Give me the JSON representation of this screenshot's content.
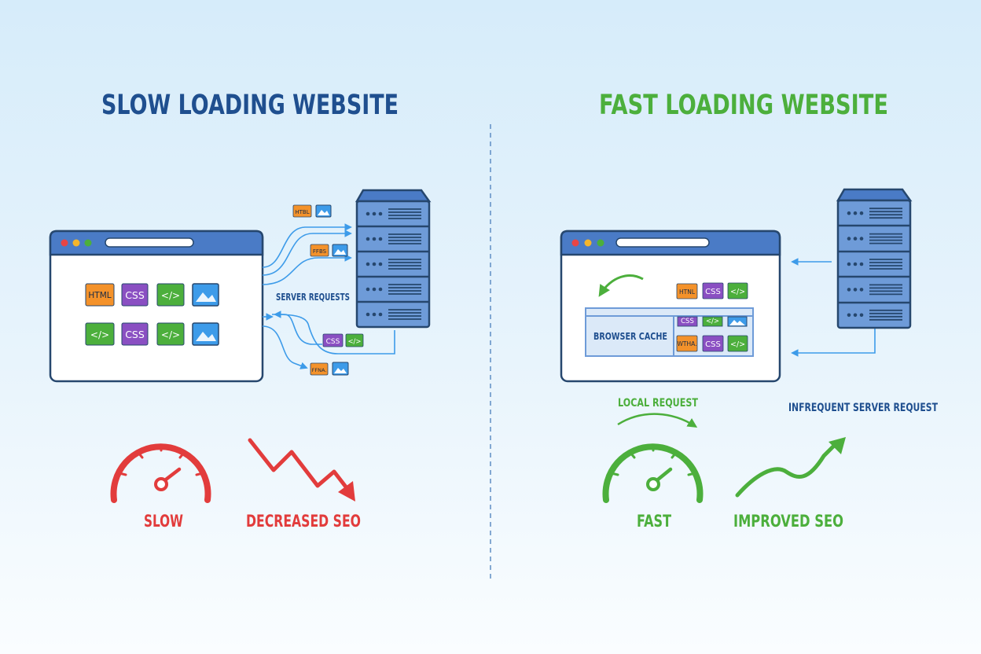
{
  "colors": {
    "blue_dark": "#1f4f8f",
    "blue_mid": "#4a7bc6",
    "green": "#4caf3c",
    "red": "#e23c3c",
    "orange": "#f4922a",
    "purple": "#8a4fc2",
    "light_blue": "#3d9be9",
    "outline": "#26476e"
  },
  "slow": {
    "title": "SLOW LOADING WEBSITE",
    "tiles": [
      "HTML",
      "CSS",
      "</>",
      "image",
      "</>",
      "CSS",
      "</>",
      "image"
    ],
    "requests_label": "SERVER REQUESTS",
    "chips": {
      "c1": "HTBL",
      "c2": "FFBS",
      "c3": "CSS",
      "c4": "</>",
      "c5": "FFNA."
    },
    "speed_label": "SLOW",
    "seo_label": "DECREASED SEO"
  },
  "fast": {
    "title": "FAST LOADING WEBSITE",
    "chips": {
      "t1": "HTNL",
      "t2": "CSS",
      "t3": "</>",
      "r1a": "CSS",
      "r1b": "</>",
      "r2a": "WTHA.",
      "r2b": "CSS",
      "r2c": "</>"
    },
    "cache_label": "BROWSER CACHE",
    "local_label": "LOCAL REQUEST",
    "infrequent_label": "INFREQUENT SERVER REQUEST",
    "speed_label": "FAST",
    "seo_label": "IMPROVED SEO"
  }
}
